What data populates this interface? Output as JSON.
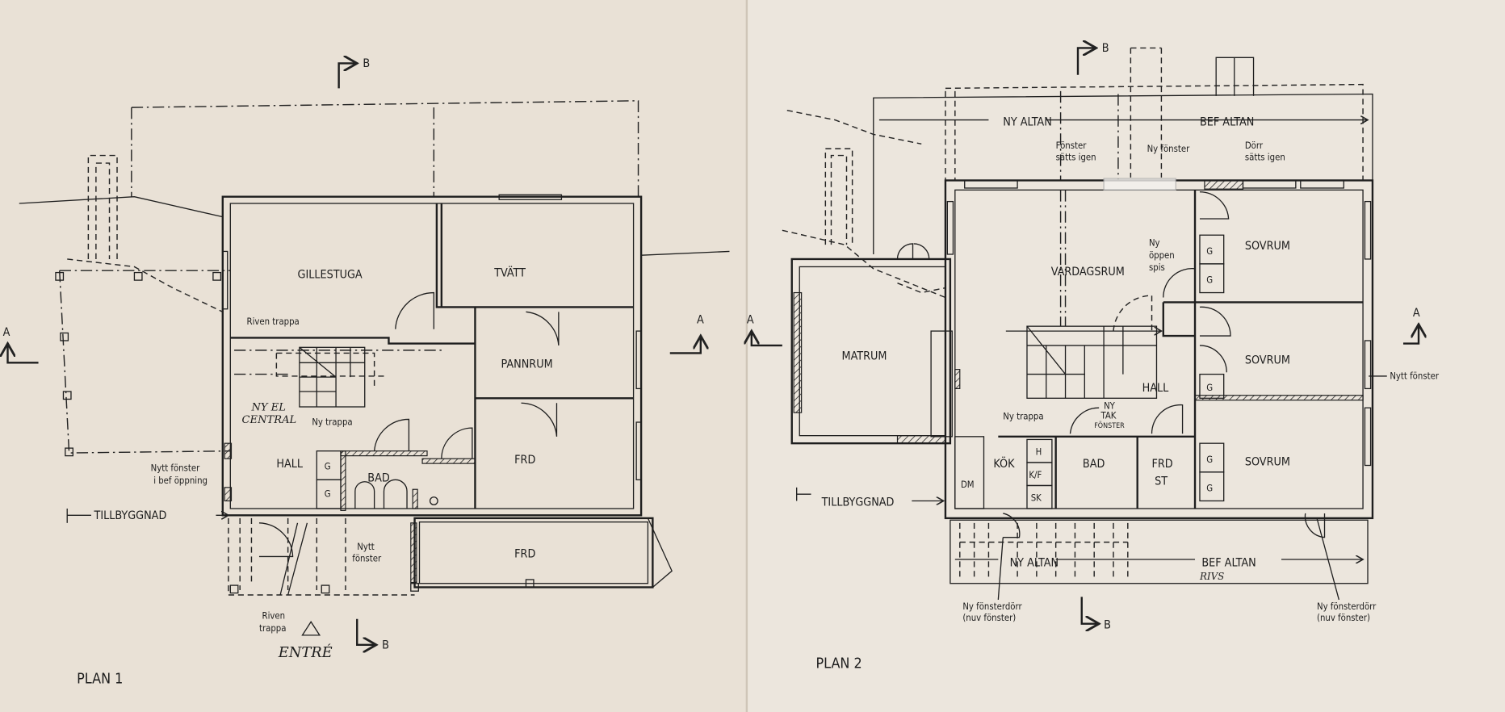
{
  "colors": {
    "paper_left": "#e9e1d6",
    "paper_right": "#ece6dd",
    "ink": "#1e1e1e"
  },
  "plan1": {
    "title": "PLAN 1",
    "rooms": {
      "gillestuga": "GILLESTUGA",
      "tvatt": "TVÄTT",
      "pannrum": "PANNRUM",
      "frd": "FRD",
      "frd_lower": "FRD",
      "hall": "HALL",
      "bad": "BAD",
      "g1": "G",
      "g2": "G"
    },
    "notes": {
      "riven_trappa_top": "Riven trappa",
      "ny_el_1": "NY EL",
      "ny_el_2": "CENTRAL",
      "ny_trappa": "Ny trappa",
      "nytt_fonster_1": "Nytt fönster",
      "nytt_fonster_2": "i bef öppning",
      "tillbyggnad": "TILLBYGGNAD",
      "nytt_fonster_b1": "Nytt",
      "nytt_fonster_b2": "fönster",
      "riven_trappa_b1": "Riven",
      "riven_trappa_b2": "trappa",
      "entre": "ENTRÉ"
    },
    "sections": {
      "a": "A",
      "b": "B"
    }
  },
  "plan2": {
    "title": "PLAN 2",
    "rooms": {
      "vardagsrum": "VARDAGSRUM",
      "sovrum1": "SOVRUM",
      "sovrum2": "SOVRUM",
      "sovrum3": "SOVRUM",
      "matrum": "MATRUM",
      "hall": "HALL",
      "kok": "KÖK",
      "bad": "BAD",
      "frd": "FRD",
      "st": "ST"
    },
    "fixtures": {
      "h": "H",
      "kf": "K/F",
      "sk": "SK",
      "dm": "DM",
      "g": "G"
    },
    "notes": {
      "ny_altan_top": "NY ALTAN",
      "bef_altan_top": "BEF ALTAN",
      "fonster_1": "Fönster",
      "fonster_2": "sätts igen",
      "ny_fonster": "Ny fönster",
      "dorr_1": "Dörr",
      "dorr_2": "sätts igen",
      "spis_1": "Ny",
      "spis_2": "öppen",
      "spis_3": "spis",
      "ny_trappa": "Ny trappa",
      "tak_1": "NY",
      "tak_2": "TAK",
      "tak_3": "FÖNSTER",
      "tillbyggnad": "TILLBYGGNAD",
      "nytt_fonster": "Nytt fönster",
      "ny_altan_bottom": "NY ALTAN",
      "bef_altan_bottom": "BEF ALTAN",
      "rivs": "RIVS",
      "fdorr_l1": "Ny fönsterdörr",
      "fdorr_l2": "(nuv fönster)",
      "fdorr_r1": "Ny fönsterdörr",
      "fdorr_r2": "(nuv fönster)"
    },
    "sections": {
      "a": "A",
      "b": "B"
    }
  }
}
